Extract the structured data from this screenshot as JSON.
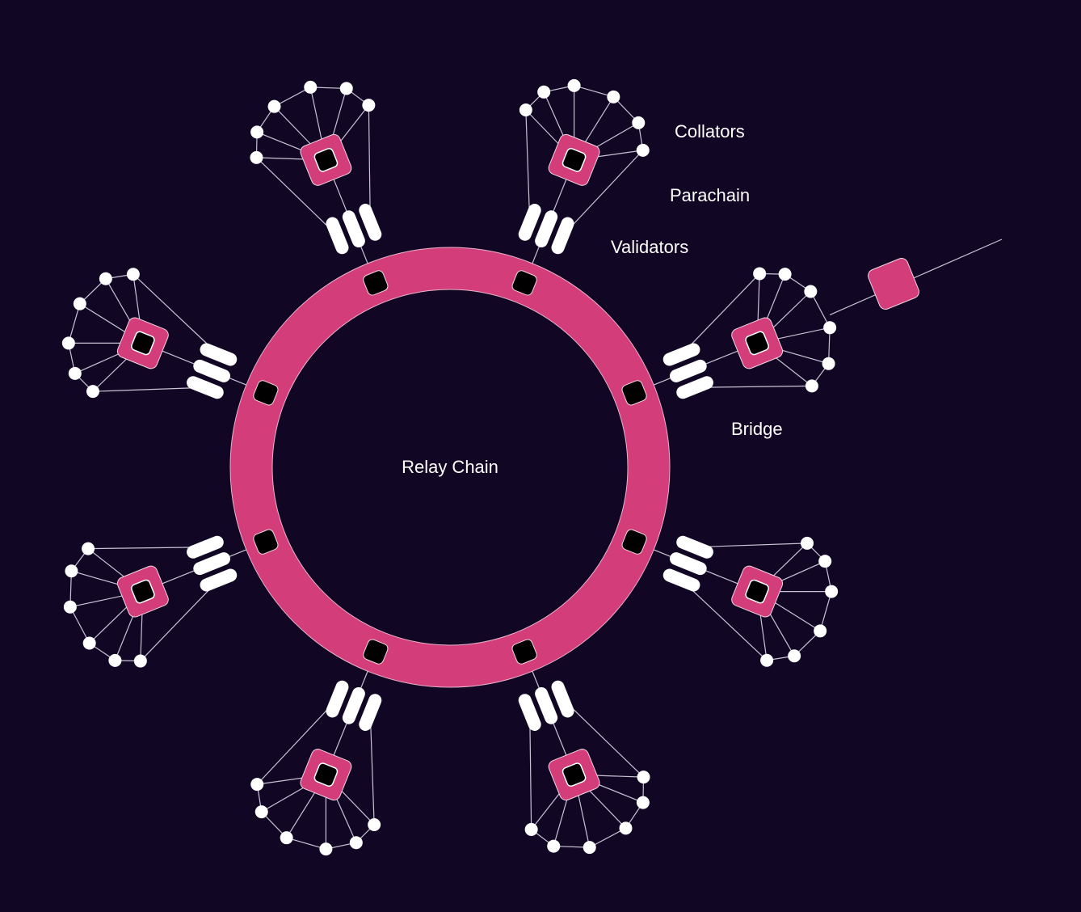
{
  "diagram": {
    "labels": {
      "relay_chain": "Relay Chain",
      "collators": "Collators",
      "parachain": "Parachain",
      "validators": "Validators",
      "bridge": "Bridge"
    },
    "colors": {
      "background": "#120625",
      "ring": "#d33d79",
      "parachain_block": "#d33d79",
      "node": "#ffffff",
      "validator_chip": "#000000",
      "line": "#c9c3d6"
    },
    "parachain_count": 8,
    "collators_per_parachain": 6,
    "validators_per_parachain": 3,
    "ring_slots": 8,
    "has_bridge": true
  }
}
